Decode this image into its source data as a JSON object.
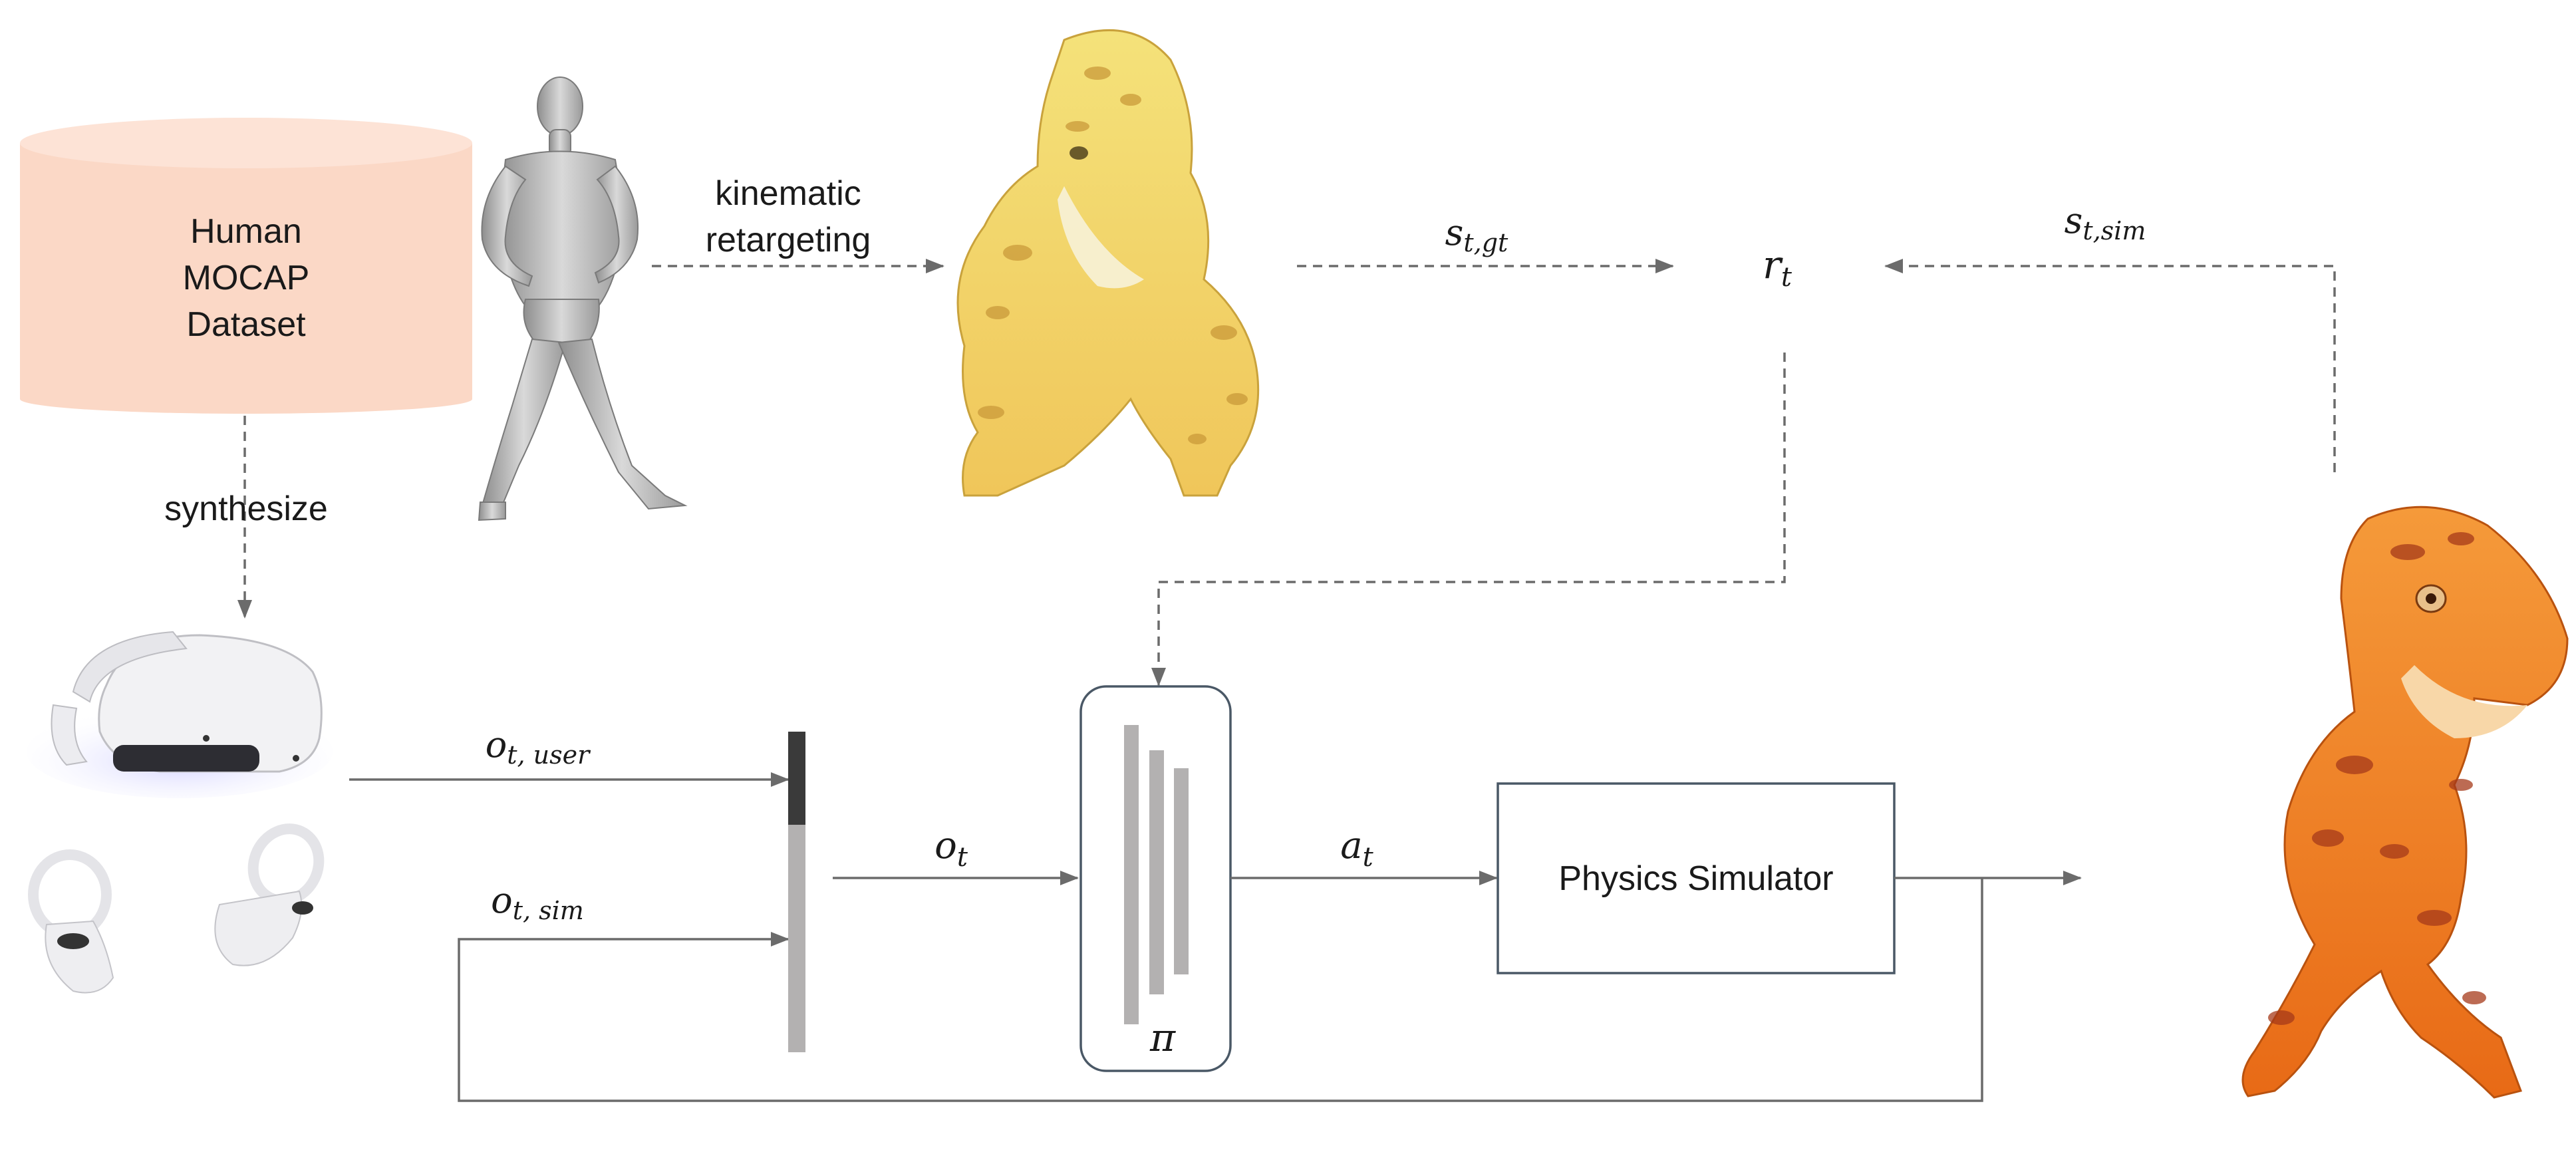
{
  "dataset": {
    "line1": "Human",
    "line2": "MOCAP",
    "line3": "Dataset"
  },
  "edges": {
    "retarget_line1": "kinematic",
    "retarget_line2": "retargeting",
    "synthesize": "synthesize"
  },
  "symbols": {
    "s_gt_base": "s",
    "s_gt_sub": "t,gt",
    "r_base": "r",
    "r_sub": "t",
    "s_sim_base": "s",
    "s_sim_sub": "t,sim",
    "o_user_base": "o",
    "o_user_sub": "t, user",
    "o_sim_base": "o",
    "o_sim_sub": "t, sim",
    "o_base": "o",
    "o_sub": "t",
    "a_base": "a",
    "a_sub": "t",
    "policy": "π"
  },
  "simulator": {
    "label": "Physics Simulator"
  },
  "colors": {
    "dataset_fill": "#fbd8c6",
    "dataset_top": "#fde3d6",
    "arrow": "#6b6b6b",
    "policy_border": "#4a5866",
    "bar_dark": "#3a3a3a",
    "bar_light": "#b3b1b1",
    "yellow_dino": "#f2cc5a",
    "orange_dino": "#f07a1e"
  }
}
